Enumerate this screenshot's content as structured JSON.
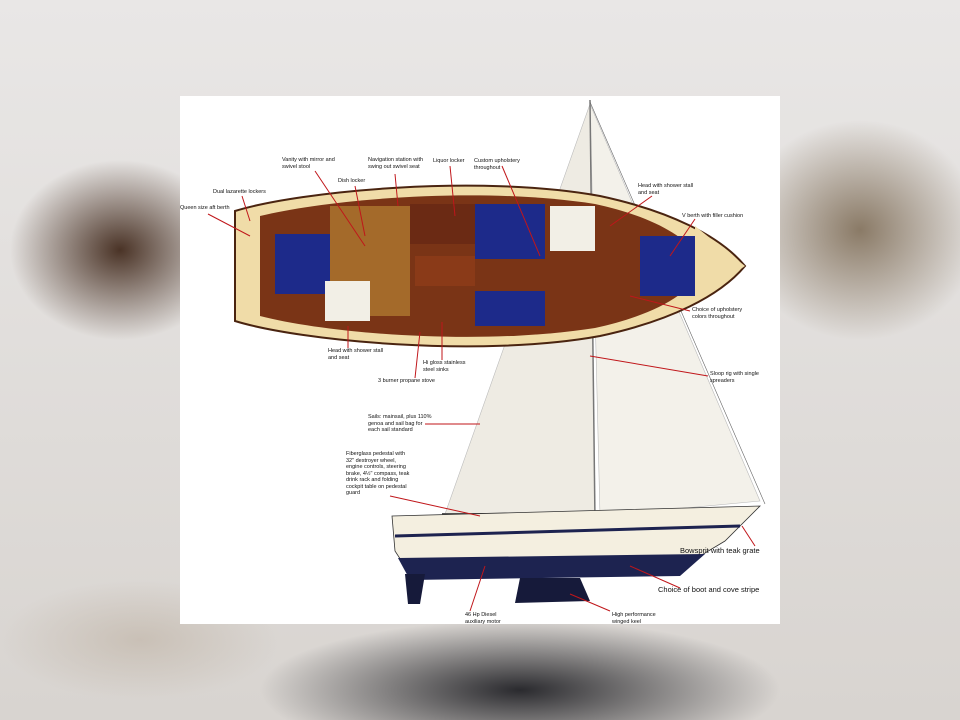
{
  "labels": {
    "queen_berth": "Queen size aft berth",
    "lazarette": "Dual lazarette lockers",
    "vanity": "Vanity with mirror and\nswivel stool",
    "dish": "Dish locker",
    "nav": "Navigation station with\nswing out swivel seat",
    "liquor": "Liquor locker",
    "upholstery": "Custom upholstery\nthroughout",
    "head_fwd": "Head with shower stall\nand seat",
    "vberth": "V berth with filler cushion",
    "choice_uph": "Choice of upholstery\ncolors throughout",
    "sloop": "Sloop rig with single\nspreaders",
    "head_aft": "Head with shower stall\nand seat",
    "sinks": "Hi gloss stainless\nsteel sinks",
    "stove": "3 burner propane stove",
    "sails": "Sails: mainsail, plus 110%\ngenoa and sail bag for\neach sail standard",
    "pedestal": "Fiberglass pedestal with\n32\" destroyer wheel,\nengine controls, steering\nbrake, 4½\" compass, teak\ndrink rack and folding\ncockpit table on pedestal\nguard",
    "bowsprit": "Bowsprit with teak grate",
    "stripe": "Choice of boot and cove stripe",
    "diesel": "46 Hp Diesel\nauxiliary motor",
    "keel": "High performance\nwinged keel"
  },
  "colors": {
    "leader": "#c0161a",
    "hull_blue": "#1d2350",
    "teak": "#6b2a14",
    "sail": "#efece4"
  }
}
